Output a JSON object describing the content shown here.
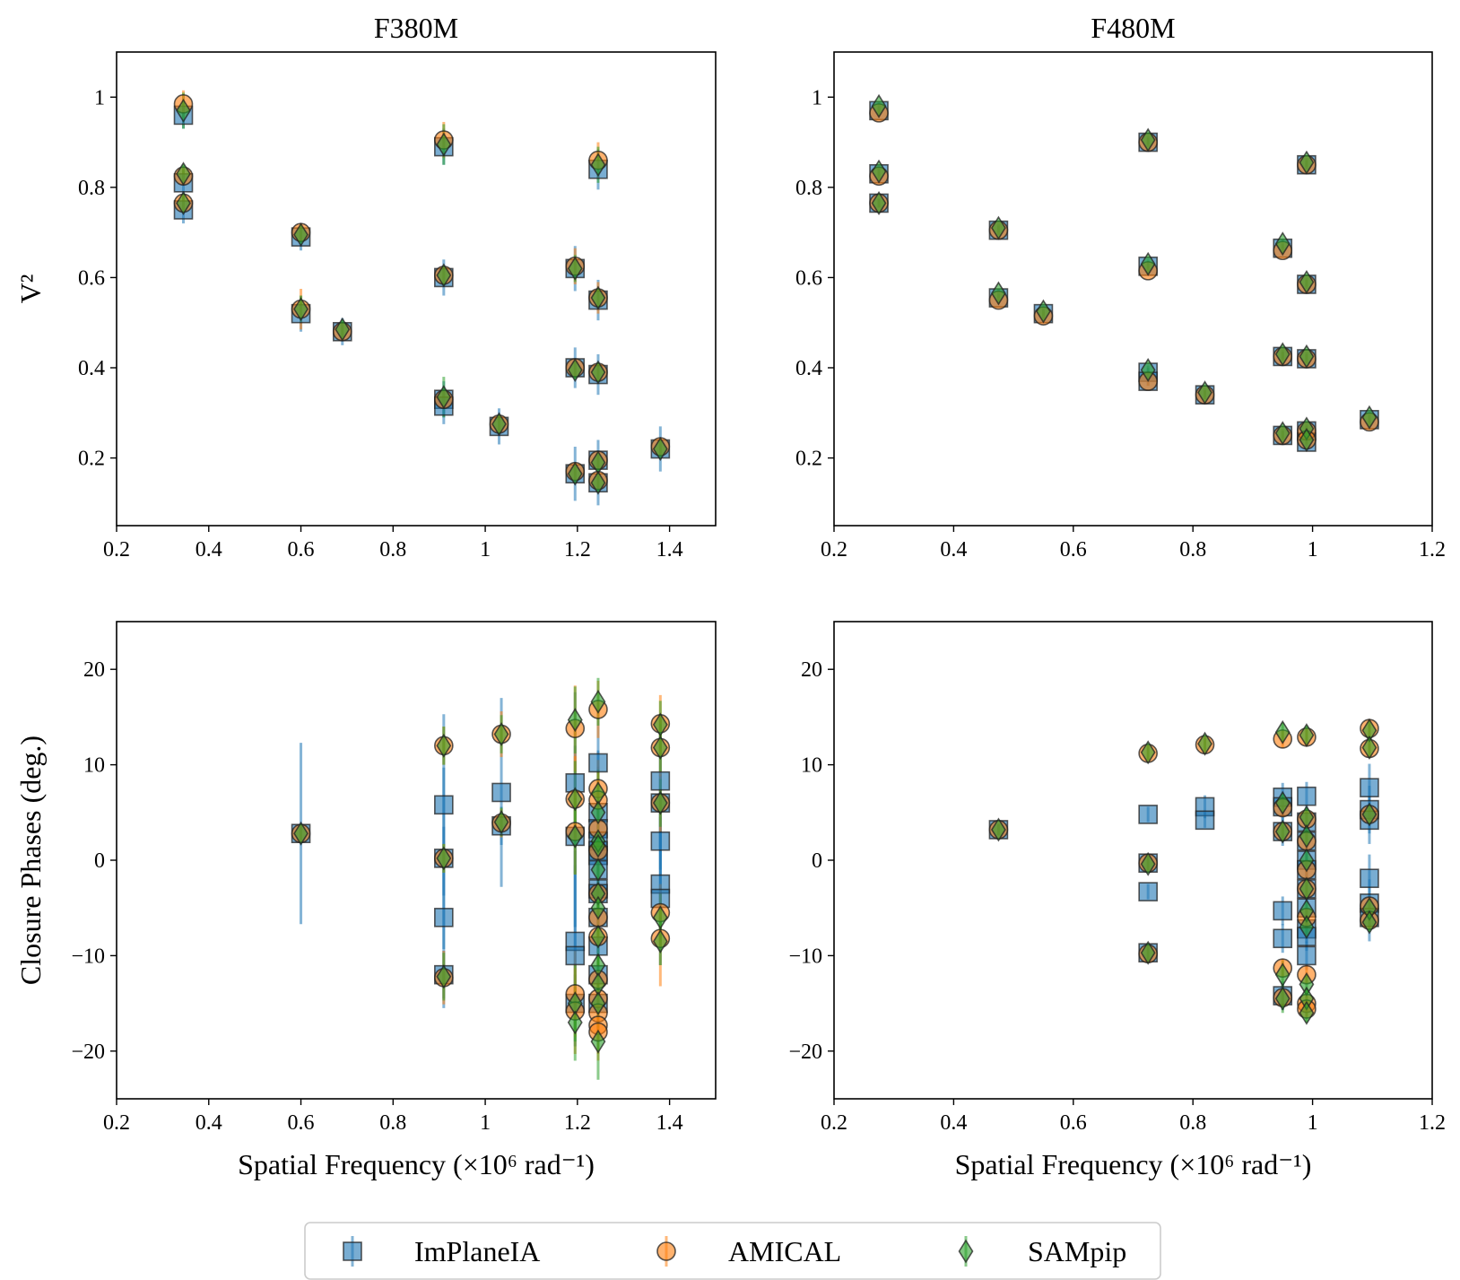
{
  "chart_data": [
    {
      "type": "scatter",
      "panel": "v2-f380m",
      "title": "F380M",
      "ylabel": "V²",
      "xlabel": "",
      "xlim": [
        0.2,
        1.5
      ],
      "ylim": [
        0.05,
        1.1
      ],
      "xticks": [
        0.2,
        0.4,
        0.6,
        0.8,
        1.0,
        1.2,
        1.4
      ],
      "yticks": [
        0.2,
        0.4,
        0.6,
        0.8,
        1.0
      ],
      "series": [
        {
          "name": "ImPlaneIA",
          "x": [
            0.345,
            0.345,
            0.345,
            0.6,
            0.6,
            0.69,
            0.91,
            0.91,
            0.91,
            0.91,
            1.03,
            1.195,
            1.195,
            1.195,
            1.245,
            1.245,
            1.245,
            1.245,
            1.245,
            1.38
          ],
          "y": [
            0.96,
            0.81,
            0.75,
            0.69,
            0.52,
            0.48,
            0.89,
            0.6,
            0.33,
            0.315,
            0.27,
            0.62,
            0.4,
            0.165,
            0.84,
            0.55,
            0.385,
            0.195,
            0.145,
            0.22
          ],
          "err": [
            0.03,
            0.03,
            0.03,
            0.03,
            0.04,
            0.03,
            0.04,
            0.04,
            0.04,
            0.04,
            0.04,
            0.05,
            0.045,
            0.06,
            0.045,
            0.045,
            0.045,
            0.045,
            0.05,
            0.05
          ]
        },
        {
          "name": "AMICAL",
          "x": [
            0.345,
            0.345,
            0.345,
            0.6,
            0.6,
            0.69,
            0.91,
            0.91,
            0.91,
            1.03,
            1.195,
            1.195,
            1.195,
            1.245,
            1.245,
            1.245,
            1.245,
            1.245,
            1.38
          ],
          "y": [
            0.985,
            0.825,
            0.765,
            0.7,
            0.53,
            0.48,
            0.905,
            0.605,
            0.33,
            0.275,
            0.625,
            0.4,
            0.17,
            0.86,
            0.555,
            0.39,
            0.195,
            0.15,
            0.225
          ],
          "err": [
            0.03,
            0.02,
            0.02,
            0.02,
            0.045,
            0.02,
            0.04,
            0.02,
            0.02,
            0.02,
            0.04,
            0.02,
            0.02,
            0.04,
            0.035,
            0.02,
            0.02,
            0.02,
            0.02
          ]
        },
        {
          "name": "SAMpip",
          "x": [
            0.345,
            0.345,
            0.345,
            0.6,
            0.6,
            0.69,
            0.91,
            0.91,
            0.91,
            1.03,
            1.195,
            1.195,
            1.195,
            1.245,
            1.245,
            1.245,
            1.245,
            1.245,
            1.38
          ],
          "y": [
            0.97,
            0.83,
            0.765,
            0.695,
            0.53,
            0.485,
            0.895,
            0.605,
            0.335,
            0.275,
            0.62,
            0.395,
            0.165,
            0.85,
            0.555,
            0.39,
            0.19,
            0.145,
            0.22
          ],
          "err": [
            0.04,
            0.02,
            0.02,
            0.02,
            0.03,
            0.02,
            0.045,
            0.02,
            0.045,
            0.02,
            0.03,
            0.02,
            0.02,
            0.04,
            0.02,
            0.02,
            0.02,
            0.02,
            0.02
          ]
        }
      ]
    },
    {
      "type": "scatter",
      "panel": "v2-f480m",
      "title": "F480M",
      "ylabel": "",
      "xlabel": "",
      "xlim": [
        0.2,
        1.2
      ],
      "ylim": [
        0.05,
        1.1
      ],
      "xticks": [
        0.2,
        0.4,
        0.6,
        0.8,
        1.0,
        1.2
      ],
      "yticks": [
        0.2,
        0.4,
        0.6,
        0.8,
        1.0
      ],
      "series": [
        {
          "name": "ImPlaneIA",
          "x": [
            0.275,
            0.275,
            0.275,
            0.475,
            0.475,
            0.55,
            0.725,
            0.725,
            0.725,
            0.725,
            0.82,
            0.95,
            0.95,
            0.95,
            0.99,
            0.99,
            0.99,
            0.99,
            0.99,
            1.095
          ],
          "y": [
            0.97,
            0.83,
            0.765,
            0.705,
            0.555,
            0.52,
            0.9,
            0.625,
            0.39,
            0.37,
            0.34,
            0.665,
            0.425,
            0.25,
            0.85,
            0.585,
            0.42,
            0.26,
            0.235,
            0.285
          ],
          "err": [
            0.01,
            0.01,
            0.01,
            0.01,
            0.01,
            0.01,
            0.01,
            0.01,
            0.01,
            0.01,
            0.01,
            0.01,
            0.01,
            0.01,
            0.01,
            0.01,
            0.01,
            0.01,
            0.01,
            0.01
          ]
        },
        {
          "name": "AMICAL",
          "x": [
            0.275,
            0.275,
            0.275,
            0.475,
            0.475,
            0.55,
            0.725,
            0.725,
            0.725,
            0.82,
            0.95,
            0.95,
            0.95,
            0.99,
            0.99,
            0.99,
            0.99,
            0.99,
            1.095
          ],
          "y": [
            0.965,
            0.825,
            0.765,
            0.705,
            0.55,
            0.515,
            0.9,
            0.615,
            0.37,
            0.34,
            0.66,
            0.425,
            0.25,
            0.85,
            0.585,
            0.42,
            0.26,
            0.24,
            0.28
          ],
          "err": [
            0.01,
            0.01,
            0.01,
            0.01,
            0.01,
            0.01,
            0.01,
            0.01,
            0.01,
            0.01,
            0.01,
            0.01,
            0.01,
            0.01,
            0.01,
            0.01,
            0.01,
            0.01,
            0.01
          ]
        },
        {
          "name": "SAMpip",
          "x": [
            0.275,
            0.275,
            0.275,
            0.475,
            0.475,
            0.55,
            0.725,
            0.725,
            0.725,
            0.82,
            0.95,
            0.95,
            0.95,
            0.99,
            0.99,
            0.99,
            0.99,
            0.99,
            1.095
          ],
          "y": [
            0.98,
            0.835,
            0.765,
            0.71,
            0.565,
            0.525,
            0.905,
            0.63,
            0.395,
            0.345,
            0.675,
            0.43,
            0.255,
            0.855,
            0.59,
            0.425,
            0.265,
            0.24,
            0.29
          ],
          "err": [
            0.01,
            0.01,
            0.01,
            0.01,
            0.01,
            0.01,
            0.01,
            0.01,
            0.01,
            0.01,
            0.01,
            0.01,
            0.01,
            0.01,
            0.01,
            0.01,
            0.01,
            0.01,
            0.01
          ]
        }
      ]
    },
    {
      "type": "scatter",
      "panel": "cp-f380m",
      "title": "",
      "ylabel": "Closure Phases (deg.)",
      "xlabel": "Spatial Frequency (×10⁶ rad⁻¹)",
      "xlim": [
        0.2,
        1.5
      ],
      "ylim": [
        -25,
        25
      ],
      "xticks": [
        0.2,
        0.4,
        0.6,
        0.8,
        1.0,
        1.2,
        1.4
      ],
      "yticks": [
        -20,
        -10,
        0,
        10,
        20
      ],
      "series": [
        {
          "name": "ImPlaneIA",
          "x": [
            0.6,
            0.91,
            0.91,
            0.91,
            0.91,
            1.035,
            1.035,
            1.195,
            1.195,
            1.195,
            1.195,
            1.195,
            1.245,
            1.245,
            1.245,
            1.245,
            1.245,
            1.245,
            1.245,
            1.245,
            1.245,
            1.245,
            1.245,
            1.245,
            1.245,
            1.38,
            1.38,
            1.38,
            1.38,
            1.38
          ],
          "y": [
            2.8,
            5.8,
            0.2,
            -6.0,
            -12.0,
            7.1,
            3.6,
            8.1,
            2.5,
            -8.5,
            -10.0,
            -15.0,
            10.2,
            5.0,
            3.3,
            2.0,
            1.0,
            0.5,
            -1.0,
            -3.0,
            -3.5,
            -6.0,
            -9.0,
            -12.0,
            -15.0,
            8.3,
            6.0,
            2.0,
            -2.5,
            -4.0
          ],
          "err": [
            9.5,
            9.5,
            9.5,
            9.5,
            2.5,
            9.9,
            2.0,
            9.5,
            9.5,
            9.5,
            9.5,
            3.0,
            6.5,
            6.5,
            6.5,
            6.5,
            6.5,
            6.5,
            6.5,
            6.5,
            6.5,
            6.5,
            6.5,
            6.5,
            3.0,
            7.0,
            7.0,
            7.0,
            7.0,
            7.0
          ]
        },
        {
          "name": "AMICAL",
          "x": [
            0.6,
            0.91,
            0.91,
            0.91,
            1.035,
            1.035,
            1.195,
            1.195,
            1.195,
            1.195,
            1.195,
            1.245,
            1.245,
            1.245,
            1.245,
            1.245,
            1.245,
            1.245,
            1.245,
            1.245,
            1.245,
            1.245,
            1.245,
            1.245,
            1.38,
            1.38,
            1.38,
            1.38,
            1.38
          ],
          "y": [
            2.8,
            12.0,
            0.2,
            -12.3,
            13.2,
            3.9,
            13.8,
            6.4,
            3.0,
            -14.0,
            -15.8,
            15.8,
            7.5,
            6.3,
            3.3,
            1.0,
            -3.5,
            -6.0,
            -8.0,
            -12.5,
            -14.5,
            -16.0,
            -17.3,
            -18.0,
            14.3,
            11.8,
            6.0,
            -5.5,
            -8.2
          ],
          "err": [
            1.0,
            2.0,
            1.5,
            2.8,
            2.4,
            1.5,
            4.5,
            4.5,
            4.5,
            4.5,
            4.5,
            3.0,
            3.0,
            3.0,
            3.0,
            3.0,
            3.0,
            3.0,
            3.0,
            3.0,
            3.0,
            3.0,
            3.0,
            3.0,
            3.0,
            3.0,
            3.0,
            3.0,
            5.0
          ]
        },
        {
          "name": "SAMpip",
          "x": [
            0.6,
            0.91,
            0.91,
            0.91,
            1.035,
            1.035,
            1.195,
            1.195,
            1.195,
            1.195,
            1.195,
            1.245,
            1.245,
            1.245,
            1.245,
            1.245,
            1.245,
            1.245,
            1.245,
            1.245,
            1.245,
            1.245,
            1.245,
            1.245,
            1.38,
            1.38,
            1.38,
            1.38,
            1.38
          ],
          "y": [
            2.8,
            12.0,
            0.2,
            -12.2,
            13.2,
            4.0,
            14.7,
            6.4,
            2.5,
            -15.0,
            -17.0,
            16.6,
            7.0,
            5.0,
            2.0,
            1.5,
            -1.0,
            -3.5,
            -5.0,
            -8.0,
            -11.0,
            -13.0,
            -15.0,
            -19.0,
            14.2,
            11.8,
            6.0,
            -6.0,
            -8.5
          ],
          "err": [
            1.0,
            2.0,
            1.5,
            2.5,
            2.0,
            1.5,
            3.5,
            4.0,
            4.0,
            4.0,
            4.0,
            2.5,
            2.5,
            2.5,
            2.5,
            2.5,
            2.5,
            2.5,
            2.5,
            2.5,
            2.5,
            2.5,
            2.5,
            4.0,
            2.5,
            2.5,
            2.5,
            2.5,
            2.5
          ]
        }
      ]
    },
    {
      "type": "scatter",
      "panel": "cp-f480m",
      "title": "",
      "ylabel": "",
      "xlabel": "Spatial Frequency (×10⁶ rad⁻¹)",
      "xlim": [
        0.2,
        1.2
      ],
      "ylim": [
        -25,
        25
      ],
      "xticks": [
        0.2,
        0.4,
        0.6,
        0.8,
        1.0,
        1.2
      ],
      "yticks": [
        -20,
        -10,
        0,
        10,
        20
      ],
      "series": [
        {
          "name": "ImPlaneIA",
          "x": [
            0.475,
            0.725,
            0.725,
            0.725,
            0.725,
            0.82,
            0.82,
            0.95,
            0.95,
            0.95,
            0.95,
            0.95,
            0.95,
            0.99,
            0.99,
            0.99,
            0.99,
            0.99,
            0.99,
            0.99,
            0.99,
            0.99,
            0.99,
            1.095,
            1.095,
            1.095,
            1.095,
            1.095,
            1.095
          ],
          "y": [
            3.2,
            4.8,
            -0.3,
            -3.3,
            -9.7,
            5.6,
            4.2,
            6.6,
            5.6,
            3.0,
            -5.3,
            -8.2,
            -14.2,
            6.7,
            4.0,
            2.0,
            0.0,
            -1.0,
            -3.0,
            -5.0,
            -7.2,
            -8.0,
            -10.0,
            7.6,
            5.3,
            4.2,
            -1.9,
            -4.5,
            -6.0
          ],
          "err": [
            0.6,
            0.8,
            0.8,
            0.8,
            0.8,
            1.2,
            0.8,
            1.5,
            1.5,
            1.5,
            1.5,
            1.5,
            1.5,
            1.5,
            1.5,
            1.5,
            1.5,
            1.5,
            1.5,
            1.5,
            1.5,
            1.5,
            1.5,
            2.5,
            2.5,
            2.5,
            2.5,
            2.5,
            2.5
          ]
        },
        {
          "name": "AMICAL",
          "x": [
            0.475,
            0.725,
            0.725,
            0.725,
            0.82,
            0.95,
            0.95,
            0.95,
            0.95,
            0.95,
            0.99,
            0.99,
            0.99,
            0.99,
            0.99,
            0.99,
            0.99,
            0.99,
            0.99,
            1.095,
            1.095,
            1.095,
            1.095,
            1.095
          ],
          "y": [
            3.2,
            11.2,
            -0.3,
            -9.8,
            12.1,
            12.7,
            5.5,
            3.0,
            -11.3,
            -14.4,
            12.9,
            4.3,
            2.0,
            -1.0,
            -3.0,
            -6.0,
            -12.0,
            -15.0,
            -15.6,
            13.8,
            11.7,
            4.8,
            -4.8,
            -6.3
          ],
          "err": [
            0.6,
            0.8,
            0.8,
            0.8,
            0.8,
            1.0,
            1.0,
            1.0,
            1.0,
            1.0,
            1.0,
            1.0,
            1.0,
            1.0,
            1.0,
            1.0,
            1.0,
            1.0,
            1.0,
            1.0,
            1.0,
            1.0,
            1.0,
            1.0
          ]
        },
        {
          "name": "SAMpip",
          "x": [
            0.475,
            0.725,
            0.725,
            0.725,
            0.82,
            0.95,
            0.95,
            0.95,
            0.95,
            0.95,
            0.99,
            0.99,
            0.99,
            0.99,
            0.99,
            0.99,
            0.99,
            0.99,
            0.99,
            0.99,
            1.095,
            1.095,
            1.095,
            1.095,
            1.095
          ],
          "y": [
            3.2,
            11.3,
            -0.4,
            -9.7,
            12.2,
            13.4,
            6.0,
            3.0,
            -12.0,
            -14.5,
            13.1,
            4.5,
            2.5,
            0.0,
            -3.0,
            -5.3,
            -7.0,
            -13.0,
            -14.5,
            -16.0,
            13.6,
            11.8,
            4.8,
            -5.1,
            -6.5
          ],
          "err": [
            0.6,
            0.8,
            0.8,
            0.8,
            0.8,
            1.0,
            1.0,
            1.0,
            1.5,
            1.5,
            1.0,
            1.0,
            1.0,
            1.0,
            1.0,
            1.0,
            1.0,
            1.0,
            1.0,
            1.0,
            1.0,
            1.0,
            1.0,
            1.0,
            1.0
          ]
        }
      ]
    }
  ],
  "legend": {
    "placement": "bottom-center",
    "items": [
      "ImPlaneIA",
      "AMICAL",
      "SAMpip"
    ]
  },
  "colors": {
    "ImPlaneIA": "#1f77b4",
    "AMICAL": "#ff7f0e",
    "SAMpip": "#2ca02c"
  },
  "markers": {
    "ImPlaneIA": "square",
    "AMICAL": "circle",
    "SAMpip": "diamond"
  }
}
